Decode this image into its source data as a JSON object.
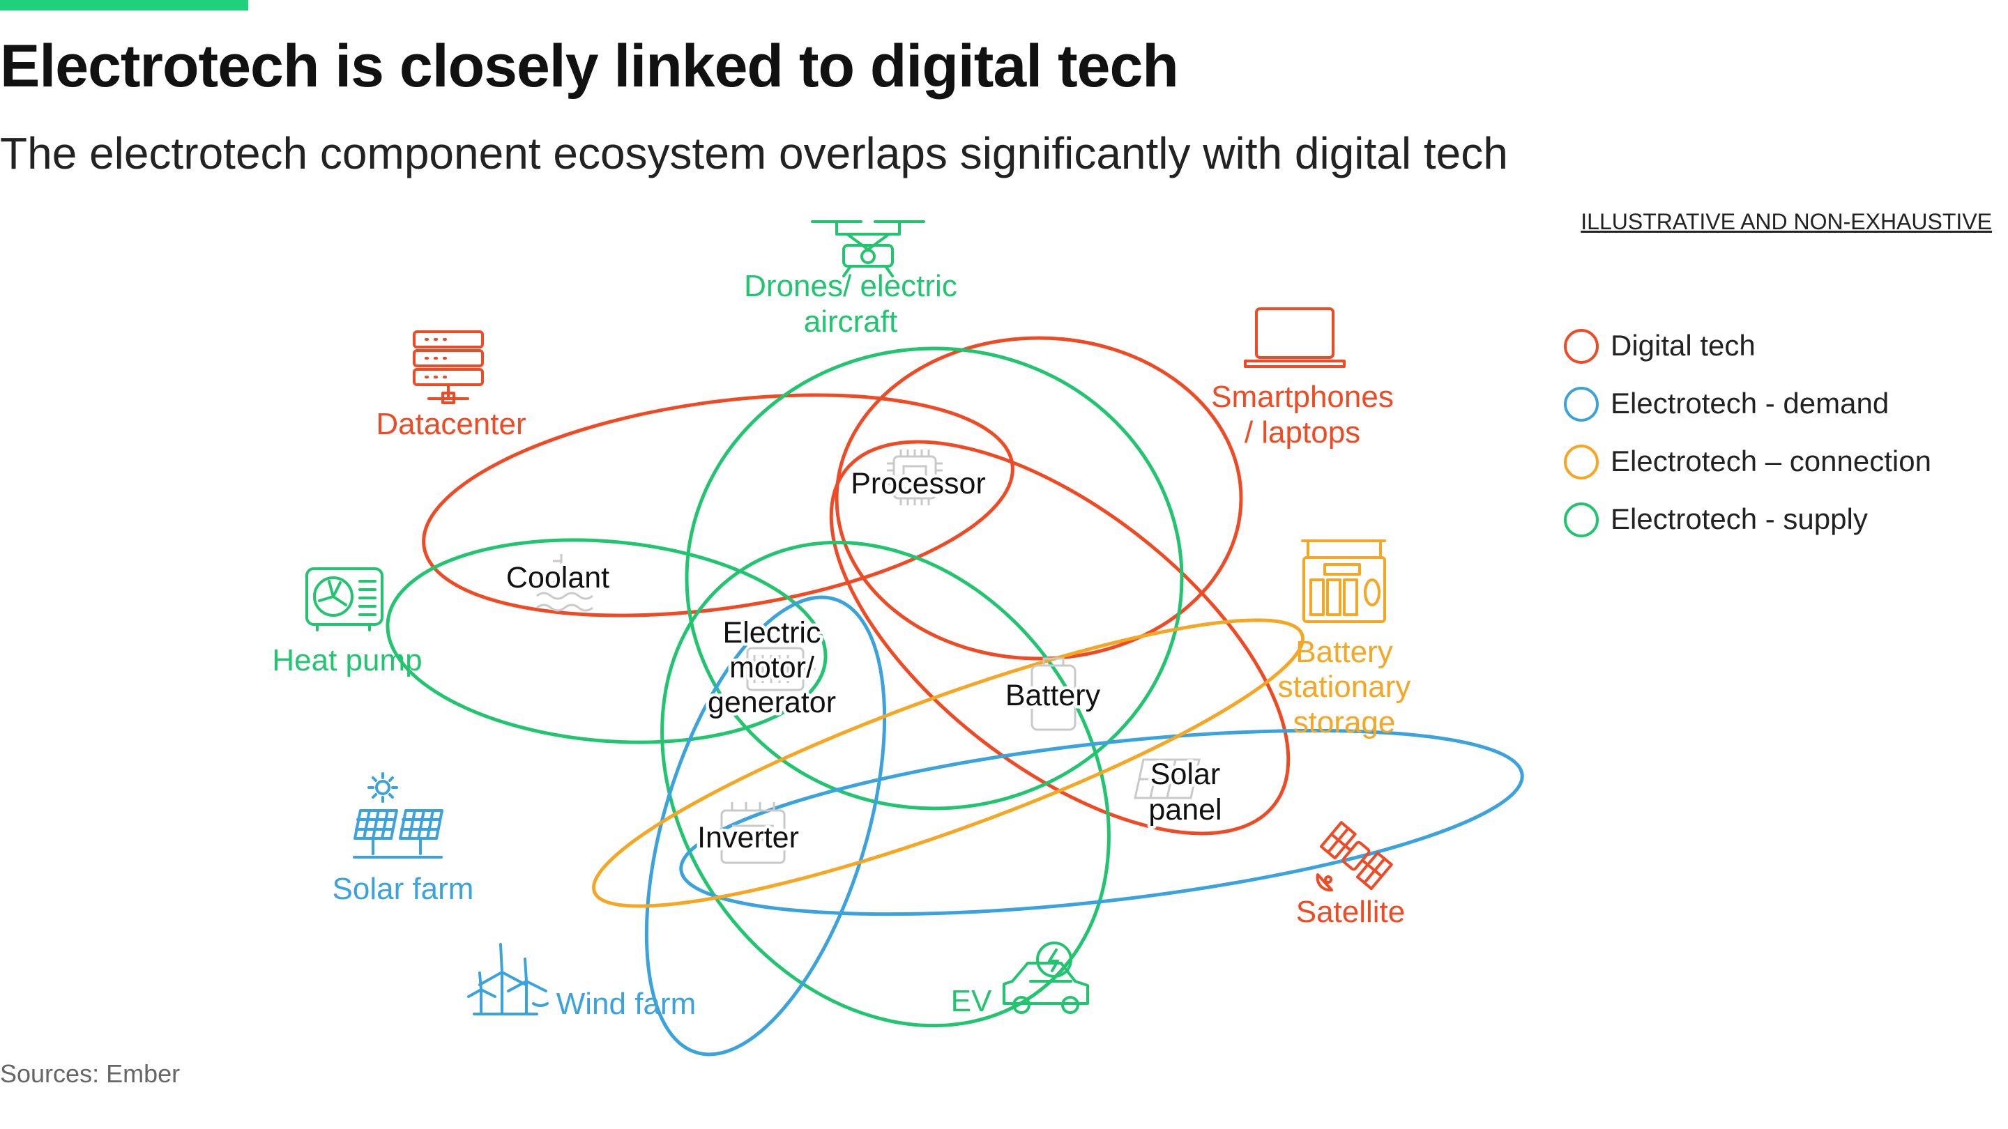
{
  "title": "Electrotech is closely linked to digital tech",
  "subtitle": "The electrotech component ecosystem overlaps significantly with digital tech",
  "disclaimer": "ILLUSTRATIVE AND NON-EXHAUSTIVE",
  "source": "Sources: Ember",
  "colors": {
    "accent": "#1fd17a",
    "digital": "#f04a24",
    "demand": "#3aa3dd",
    "connection": "#f5a623",
    "supply": "#22c56f"
  },
  "legend": [
    {
      "label": "Digital tech",
      "color_key": "digital"
    },
    {
      "label": "Electrotech - demand",
      "color_key": "demand"
    },
    {
      "label": "Electrotech – connection",
      "color_key": "connection"
    },
    {
      "label": "Electrotech - supply",
      "color_key": "supply"
    }
  ],
  "components": {
    "processor": "Processor",
    "coolant": "Coolant",
    "motor": [
      "Electric",
      "motor/",
      "generator"
    ],
    "battery": "Battery",
    "solar_panel": [
      "Solar",
      "panel"
    ],
    "inverter": "Inverter"
  },
  "applications": {
    "drones": [
      "Drones/ electric",
      "aircraft"
    ],
    "datacenter": "Datacenter",
    "smartphones": [
      "Smartphones",
      "/ laptops"
    ],
    "heat_pump": "Heat pump",
    "battery_storage": [
      "Battery",
      "stationary",
      "storage"
    ],
    "solar_farm": "Solar farm",
    "satellite": "Satellite",
    "wind_farm": "Wind farm",
    "ev": "EV"
  },
  "icons": {
    "drones": "drone-icon",
    "datacenter": "server-rack-icon",
    "smartphones": "laptop-icon",
    "heat_pump": "heat-pump-icon",
    "battery_storage": "battery-storage-icon",
    "solar_farm": "solar-panel-icon",
    "satellite": "satellite-icon",
    "wind_farm": "wind-turbine-icon",
    "ev": "electric-car-icon",
    "processor": "chip-icon",
    "coolant": "coolant-icon",
    "motor": "motor-icon",
    "battery": "battery-icon",
    "solar_panel": "small-panel-icon",
    "inverter": "inverter-icon"
  }
}
